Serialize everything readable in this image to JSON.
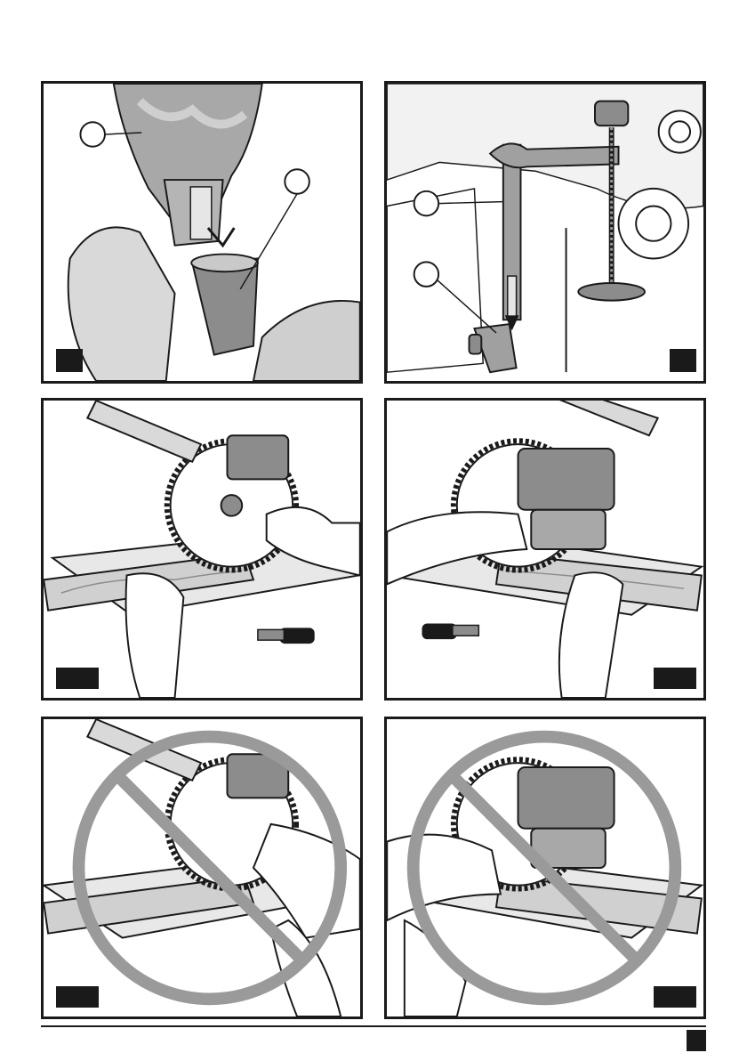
{
  "page": {
    "figures": [
      {
        "id": "fig-dust-bag",
        "callouts": 2,
        "tag_text": ""
      },
      {
        "id": "fig-clamp",
        "callouts": 2,
        "tag_text": ""
      },
      {
        "id": "fig-correct-right-hand",
        "tag_text": ""
      },
      {
        "id": "fig-correct-left-hand",
        "tag_text": ""
      },
      {
        "id": "fig-incorrect-crossed-right",
        "tag_text": ""
      },
      {
        "id": "fig-incorrect-crossed-left",
        "tag_text": ""
      }
    ],
    "page_number": ""
  },
  "colors": {
    "ink": "#1a1a1a",
    "paper": "#ffffff",
    "bag_gray": "#a8a8a8",
    "tool_gray": "#8c8c8c",
    "prohibit_gray": "#9a9a9a"
  }
}
